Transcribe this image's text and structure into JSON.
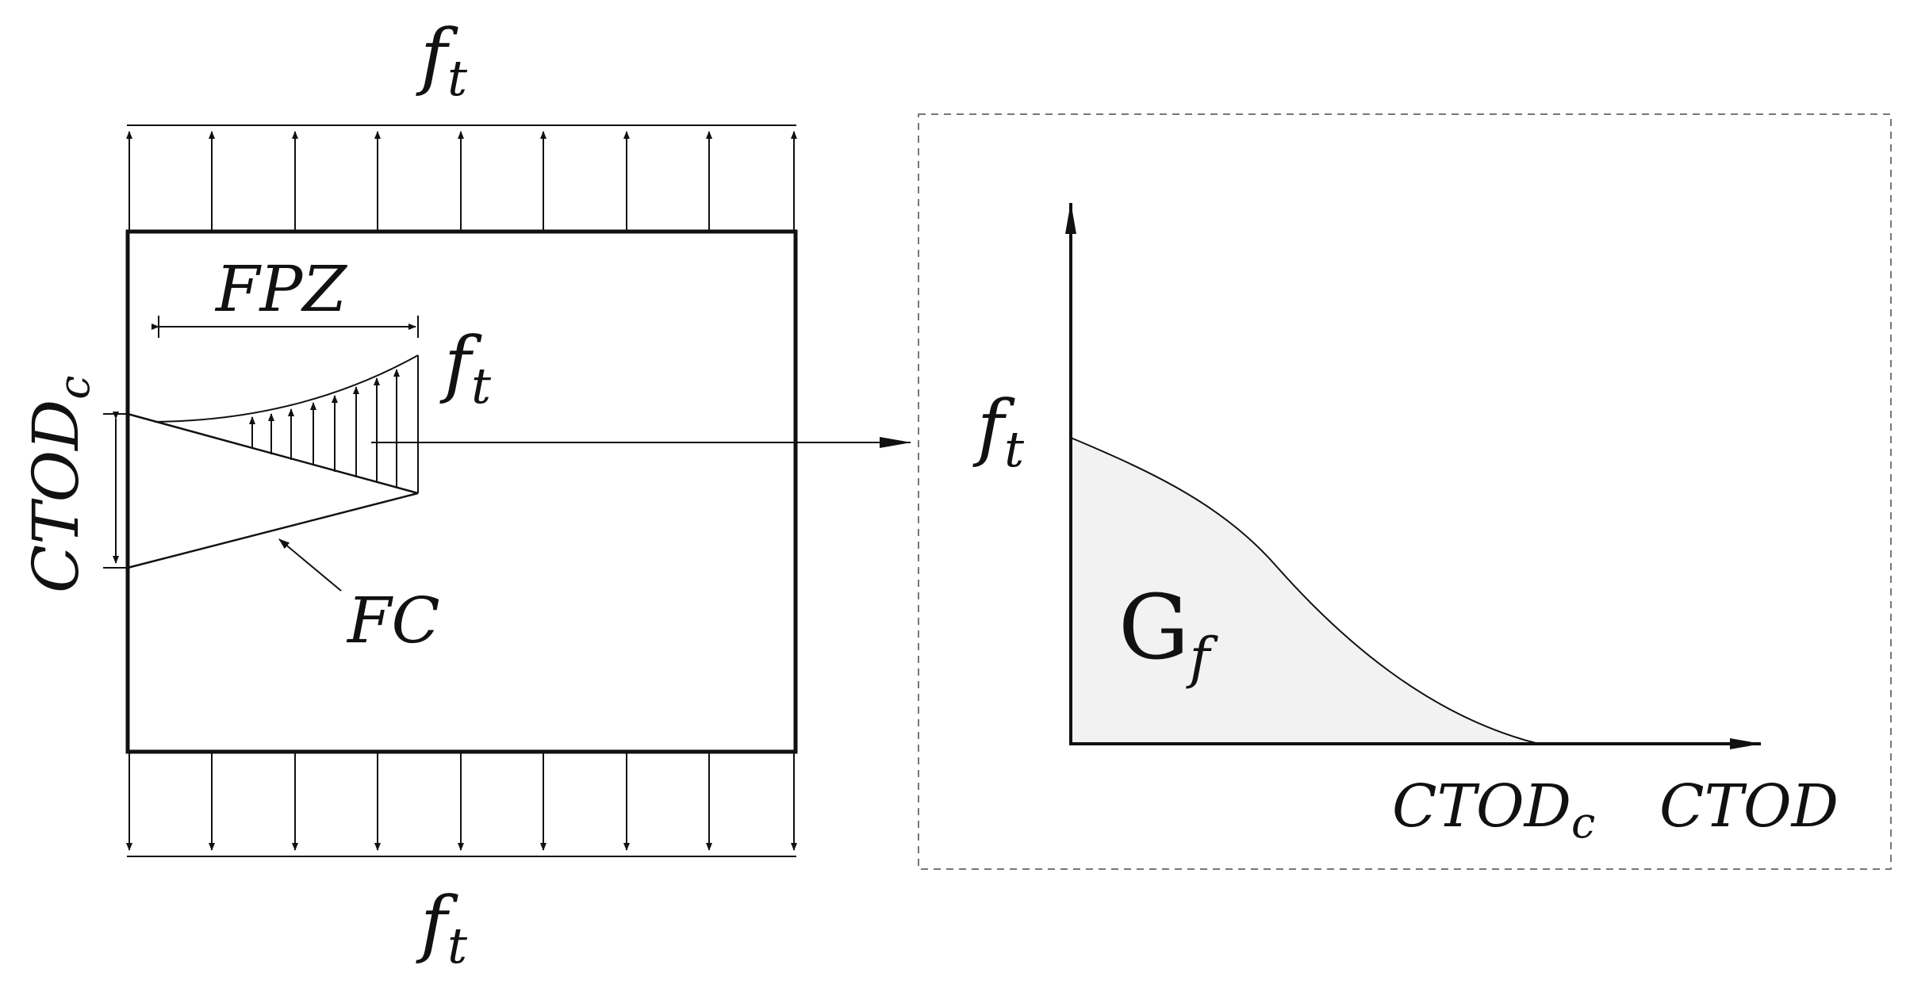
{
  "labels": {
    "top_load": {
      "main": "f",
      "sub": "t"
    },
    "bottom_load": {
      "main": "f",
      "sub": "t"
    },
    "tip_stress": {
      "main": "f",
      "sub": "t"
    },
    "ctod_side": {
      "main": "CTOD",
      "sub": "c"
    },
    "fpz": "FPZ",
    "fc": "FC"
  },
  "graph": {
    "y_label": {
      "main": "f",
      "sub": "t"
    },
    "x_tick": {
      "main": "CTOD",
      "sub": "c"
    },
    "x_label": "CTOD",
    "area_label": {
      "main": "G",
      "sub": "f"
    }
  },
  "colors": {
    "line": "#111111",
    "area_fill": "#f2f2f2",
    "frame": "#777777"
  }
}
